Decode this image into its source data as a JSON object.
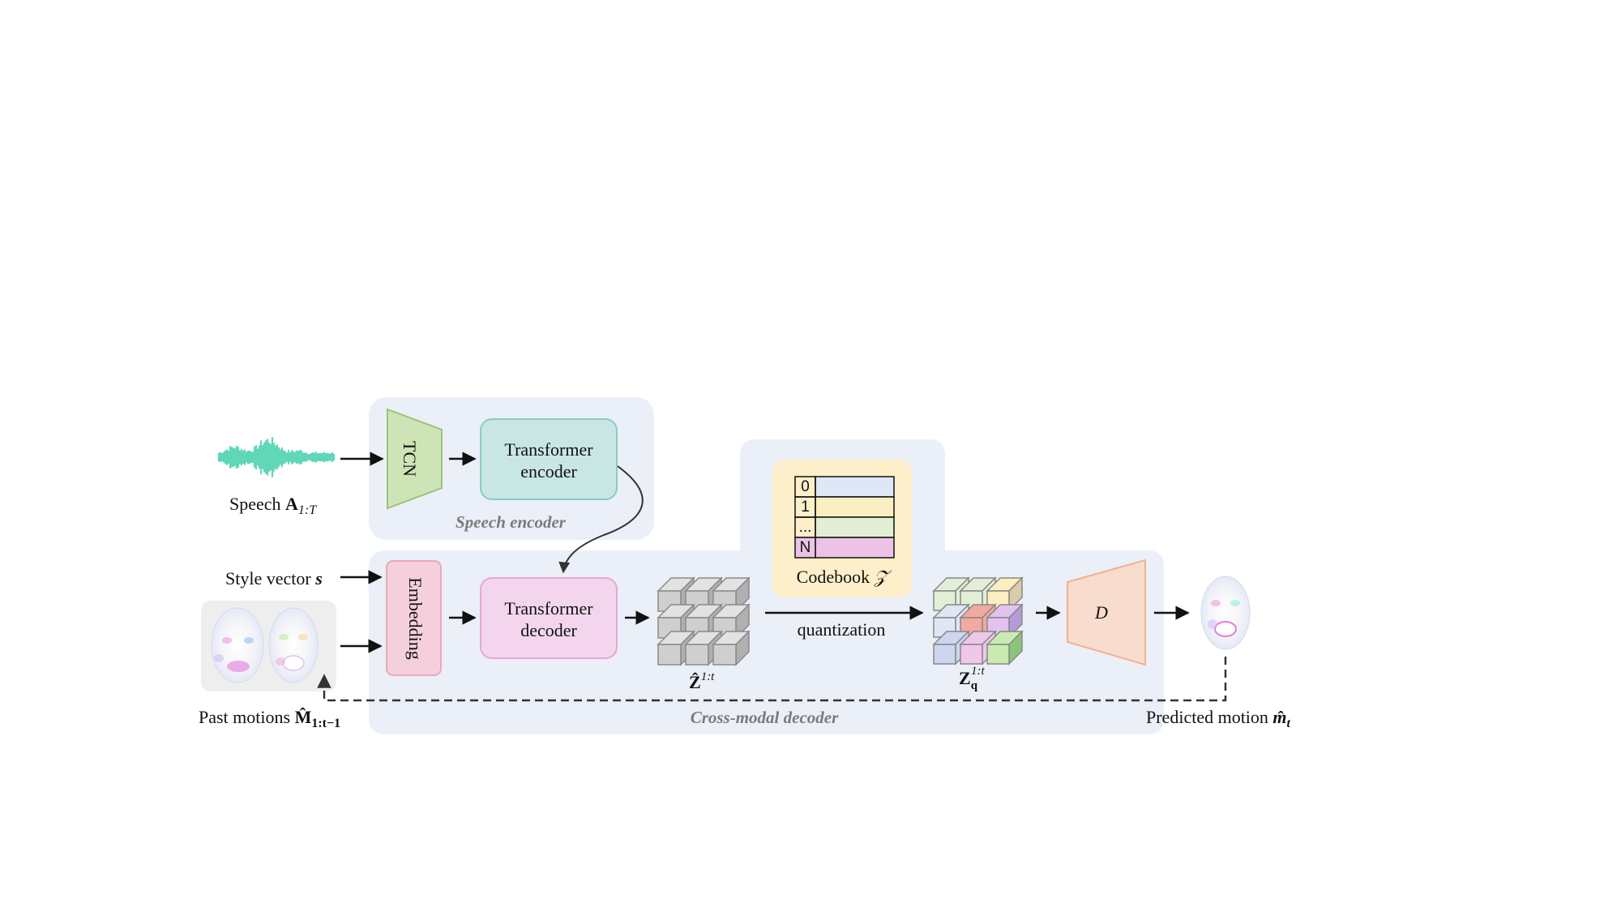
{
  "speech": {
    "label": "Speech ",
    "symbol": "A",
    "sub": "1:T"
  },
  "style": {
    "label": "Style vector ",
    "symbol": "s"
  },
  "past": {
    "label": "Past motions ",
    "symbol": "M̂",
    "sub": "1:t−1"
  },
  "predicted": {
    "label": "Predicted motion ",
    "symbol": "m̂",
    "sub": "t"
  },
  "speech_encoder": {
    "title": "Speech encoder",
    "tcn": "TCN",
    "transformer_l1": "Transformer",
    "transformer_l2": "encoder"
  },
  "cross_modal_decoder": {
    "title": "Cross-modal decoder",
    "embedding": "Embedding",
    "transformer_l1": "Transformer",
    "transformer_l2": "decoder"
  },
  "features": {
    "symbol": "Ẑ",
    "sup": "1:t"
  },
  "quantized": {
    "symbol": "Z",
    "sub": "q",
    "sup": "1:t"
  },
  "quantization_label": "quantization",
  "codebook": {
    "label": "Codebook ",
    "symbol": "𝒵",
    "rows": [
      "0",
      "1",
      "...",
      "N"
    ],
    "row_colors": [
      "#dfe6f5",
      "#fbeec0",
      "#e3eed7",
      "#ecc3e6"
    ]
  },
  "decoder_D": "D",
  "colors": {
    "panel": "#ebeff7",
    "waveform": "#5fd7b8",
    "tcn": "#cfe4b6",
    "transformer_encoder": "#c8e6e4",
    "embedding": "#f5d0dc",
    "transformer_decoder": "#f3d6ee",
    "codebook_bg": "#fdefc9",
    "decoder_D": "#f8dccd"
  }
}
